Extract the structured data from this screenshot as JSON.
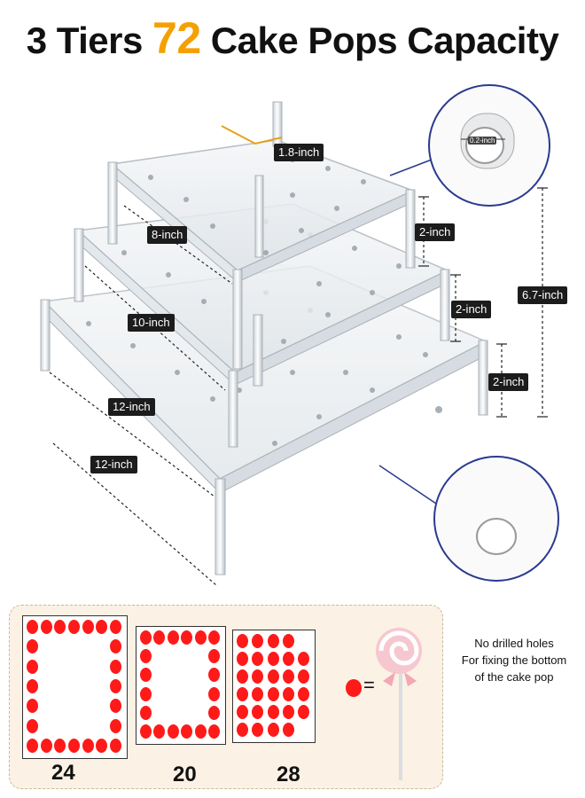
{
  "title": {
    "pre": "3 Tiers ",
    "num": "72",
    "post": " Cake Pops Capacity"
  },
  "dimensions": {
    "slot_width": "1.8-inch",
    "top_width": "8-inch",
    "middle_width": "10-inch",
    "bottom_width": "12-inch",
    "bottom_depth": "12-inch",
    "tier_gap_1": "2-inch",
    "tier_gap_2": "2-inch",
    "tier_gap_3": "2-inch",
    "total_height": "6.7-inch",
    "hole_size": "0.2-inch"
  },
  "capacity": {
    "tier_counts": [
      "24",
      "20",
      "28"
    ],
    "equals": "=",
    "note_lines": [
      "No drilled holes",
      "For fixing the bottom",
      "of the cake pop"
    ]
  },
  "colors": {
    "accent": "#f5a000",
    "pop": "#ff1a1a",
    "panel": "#fbf1e4",
    "label_bg": "#1c1c1c",
    "circle": "#2b3a8f"
  }
}
